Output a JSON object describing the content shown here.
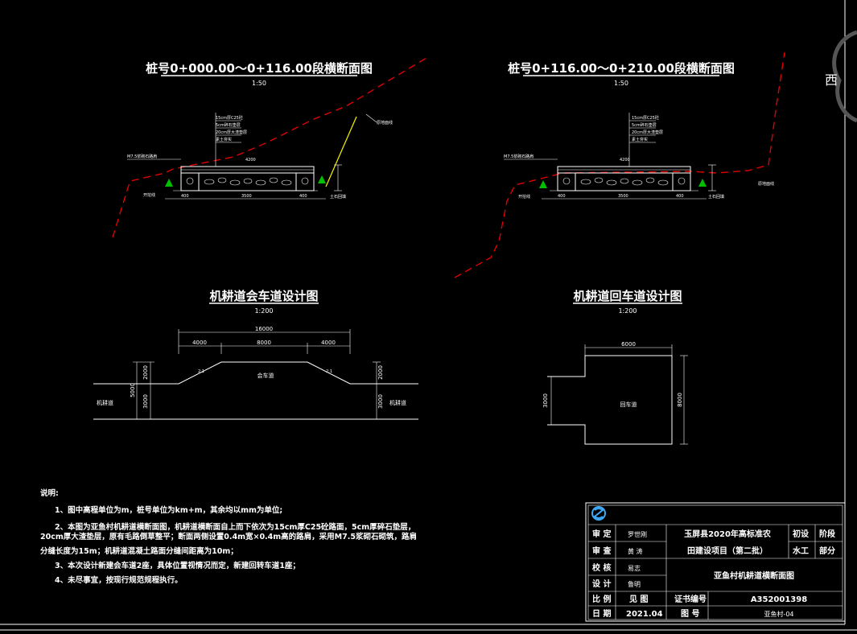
{
  "section1": {
    "title": "桩号0+000.00～0+116.00段横断面图",
    "scale": "1:50",
    "layers": [
      "15cm厚C25砼",
      "5cm碎石垫层",
      "20cm厚大渣垫层",
      "素土夯实"
    ],
    "left_wall": "M7.5浆砌石路肩",
    "ditch": "开挖线",
    "retaining": "土石回填",
    "ground": "原地面线"
  },
  "section2": {
    "title": "桩号0+116.00～0+210.00段横断面图",
    "scale": "1:50",
    "layers": [
      "15cm厚C25砼",
      "5cm碎石垫层",
      "20cm厚大渣垫层",
      "素土夯实"
    ],
    "left_wall": "M7.5浆砌石路肩",
    "ditch": "开挖线",
    "retaining": "土石回填",
    "ground": "原地面线"
  },
  "passing": {
    "title": "机耕道会车道设计图",
    "scale": "1:200",
    "total": "16000",
    "seg_left": "4000",
    "seg_mid": "8000",
    "seg_right": "4000",
    "label": "会车道",
    "slope_left": "2:1",
    "slope_right": "2:1",
    "h_left_top": "2000",
    "h_left_bot": "3000",
    "h_total": "5000",
    "h_right_top": "2000",
    "h_right_bot": "3000",
    "road_left": "机耕道",
    "road_right": "机耕道"
  },
  "turnaround": {
    "title": "机耕道回车道设计图",
    "scale": "1:200",
    "width": "6000",
    "height": "8000",
    "road_h": "3000",
    "label": "回车道"
  },
  "notes": {
    "heading": "说明:",
    "lines": [
      "1、图中高程单位为m，桩号单位为km+m，其余均以mm为单位;",
      "2、本图为亚鱼村机耕道横断面图，机耕道横断面自上而下依次为15cm厚C25砼路面，5cm厚碎石垫层，",
      "20cm厚大渣垫层，原有毛路倒草整平；断面两侧设置0.4m宽×0.4m高的路肩，采用M7.5浆砌石砌筑，路肩",
      "分缝长度为15m；机耕道混凝土路面分缝间距离为10m；",
      "3、本次设计新建会车道2座，具体位置视情况而定，新建回转车道1座；",
      "4、未尽事宜，按现行规范规程执行。"
    ]
  },
  "titleblock": {
    "project": "玉屏县2020年高标准农",
    "project2": "田建设项目（第二批）",
    "stage": "初设",
    "stage_val": "阶段",
    "discipline": "水工",
    "discipline_val": "部分",
    "drawing_name": "亚鱼村机耕道横断面图",
    "rows": [
      {
        "label": "审 定",
        "sign": "罗世刚"
      },
      {
        "label": "审 查",
        "sign": "黄 涛"
      },
      {
        "label": "校 核",
        "sign": "易志"
      },
      {
        "label": "设 计",
        "sign": "鲁明"
      }
    ],
    "scale_label": "比 例",
    "scale_val": "见 图",
    "cert_label": "证书编号",
    "cert_val": "A352001398",
    "date_label": "日 期",
    "date_val": "2021.04",
    "dwg_label": "图 号",
    "dwg_val": "亚鱼村-04"
  },
  "corner_text": "西"
}
